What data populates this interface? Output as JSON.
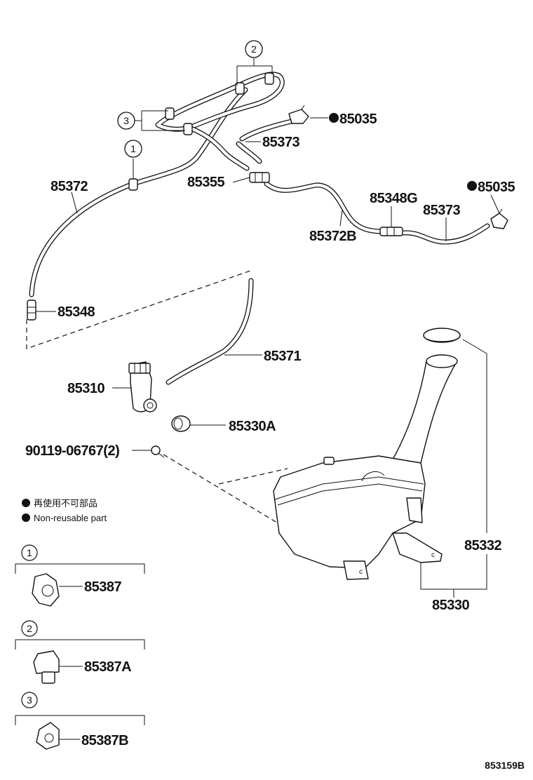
{
  "labels": {
    "p85372": "85372",
    "p85355": "85355",
    "p85373_upper": "85373",
    "p85035_upper": "85035",
    "p85035_right": "85035",
    "p85348G": "85348G",
    "p85373_right": "85373",
    "p85372B": "85372B",
    "p85348": "85348",
    "p85371": "85371",
    "p85310": "85310",
    "p85330A": "85330A",
    "p90119": "90119-06767(2)",
    "p85332": "85332",
    "p85330": "85330",
    "p85387": "85387",
    "p85387A": "85387A",
    "p85387B": "85387B"
  },
  "callouts": {
    "c1": "1",
    "c2": "2",
    "c3": "3"
  },
  "legend": {
    "jp": "再使用不可部品",
    "en": "Non-reusable part"
  },
  "figure_id": "853159B"
}
